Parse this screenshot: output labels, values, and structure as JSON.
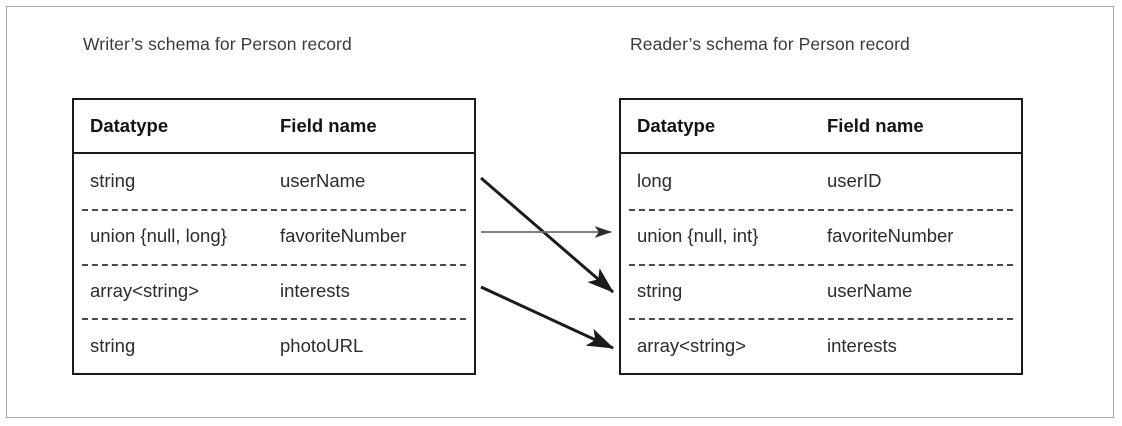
{
  "figure": {
    "type": "schema-resolution-diagram",
    "background_color": "#ffffff",
    "frame_color": "#a9a9ad",
    "line_color": "#1b1b1b"
  },
  "writer": {
    "title": "Writer’s schema for Person record",
    "columns": [
      "Datatype",
      "Field name"
    ],
    "rows": [
      {
        "datatype": "string",
        "field": "userName"
      },
      {
        "datatype": "union {null, long}",
        "field": "favoriteNumber"
      },
      {
        "datatype": "array<string>",
        "field": "interests"
      },
      {
        "datatype": "string",
        "field": "photoURL"
      }
    ]
  },
  "reader": {
    "title": "Reader’s schema for Person record",
    "columns": [
      "Datatype",
      "Field name"
    ],
    "rows": [
      {
        "datatype": "long",
        "field": "userID"
      },
      {
        "datatype": "union {null, int}",
        "field": "favoriteNumber"
      },
      {
        "datatype": "string",
        "field": "userName"
      },
      {
        "datatype": "array<string>",
        "field": "interests"
      }
    ]
  },
  "mappings": [
    {
      "from_field": "userName",
      "to_field": "userName"
    },
    {
      "from_field": "favoriteNumber",
      "to_field": "favoriteNumber"
    },
    {
      "from_field": "interests",
      "to_field": "interests"
    }
  ]
}
